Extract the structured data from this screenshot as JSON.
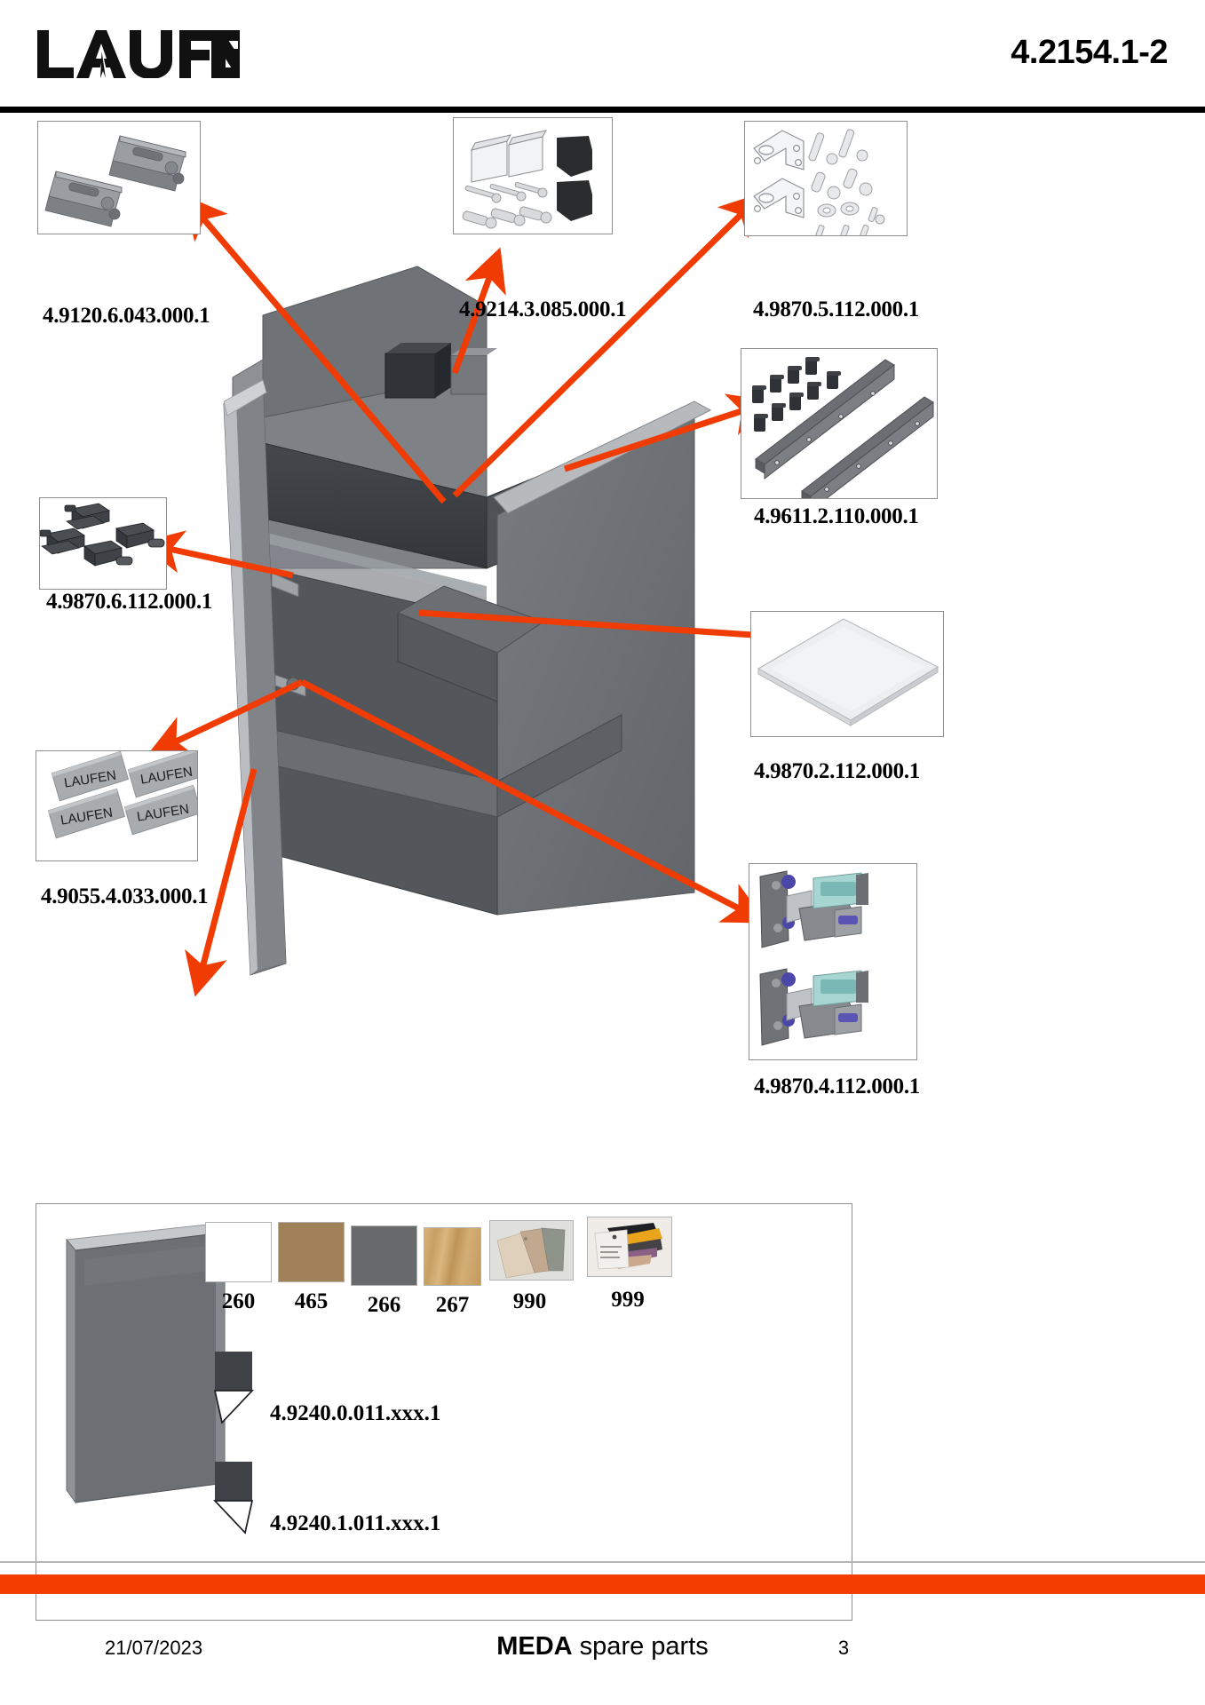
{
  "header": {
    "logo_text": "LAUFEN",
    "doc_code": "4.2154.1-2"
  },
  "parts": [
    {
      "id": "drawer-runners",
      "code": "4.9120.6.043.000.1",
      "description": "pair of drawer runner mechanisms"
    },
    {
      "id": "bracket-screw-set",
      "code": "4.9214.3.085.000.1",
      "description": "mounting brackets, screws, wall plugs and black cover caps"
    },
    {
      "id": "angle-bracket-set",
      "code": "4.9870.5.112.000.1",
      "description": "L-angle brackets with screws, anchors and washers"
    },
    {
      "id": "rail-set",
      "code": "4.9611.2.110.000.1",
      "description": "two grey rails with black dowel pins"
    },
    {
      "id": "shelf-supports",
      "code": "4.9870.6.112.000.1",
      "description": "four dark grey shelf support clips"
    },
    {
      "id": "glass-shelf",
      "code": "4.9870.2.112.000.1",
      "description": "white shelf panel"
    },
    {
      "id": "laufen-badges",
      "code": "4.9055.4.033.000.1",
      "description": "four LAUFEN nameplate badges"
    },
    {
      "id": "hinge-set",
      "code": "4.9870.4.112.000.1",
      "description": "two soft-close hinges with dampers"
    }
  ],
  "badge_text": "LAUFEN",
  "bottom_panel": {
    "finishes": [
      {
        "num": "260",
        "name": "white",
        "color": "#ffffff"
      },
      {
        "num": "465",
        "name": "tan",
        "color": "#a08056"
      },
      {
        "num": "266",
        "name": "grey",
        "color": "#67696b"
      },
      {
        "num": "267",
        "name": "oak",
        "color": "#c9a469"
      },
      {
        "num": "990",
        "name": "sample-fan-neutral",
        "color": "#d8d2c6"
      },
      {
        "num": "999",
        "name": "sample-fan-color",
        "color": "#c8b79c"
      }
    ],
    "edge_options": [
      {
        "code": "4.9240.0.011.xxx.1",
        "profile": "bevel-right"
      },
      {
        "code": "4.9240.1.011.xxx.1",
        "profile": "bevel-left"
      }
    ]
  },
  "footer": {
    "date": "21/07/2023",
    "title_bold": "MEDA",
    "title_rest": " spare parts",
    "page": "3"
  },
  "colors": {
    "accent": "#f43d00",
    "arrow": "#f03c02",
    "rule": "#000000",
    "box_border": "#8d8d8d"
  }
}
